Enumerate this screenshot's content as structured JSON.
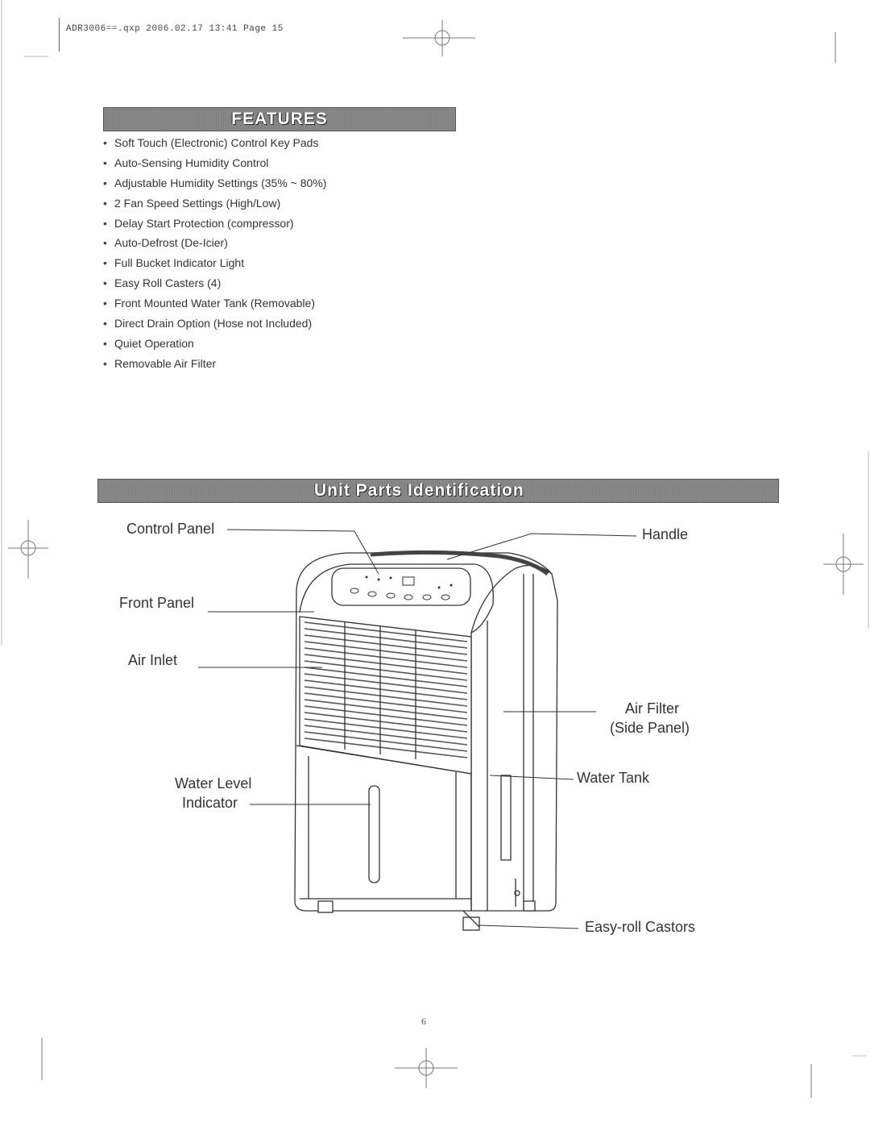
{
  "slug": "ADR3006==.qxp  2006.02.17  13:41  Page 15",
  "features": {
    "title": "FEATURES",
    "items": [
      "Soft Touch (Electronic) Control Key Pads",
      "Auto-Sensing Humidity Control",
      "Adjustable Humidity Settings (35% ~ 80%)",
      "2 Fan Speed Settings (High/Low)",
      "Delay Start Protection (compressor)",
      "Auto-Defrost (De-Icier)",
      "Full Bucket Indicator Light",
      "Easy Roll Casters (4)",
      "Front Mounted Water Tank (Removable)",
      "Direct Drain Option (Hose not Included)",
      "Quiet Operation",
      "Removable Air Filter"
    ]
  },
  "parts": {
    "title": "Unit Parts Identification",
    "labels": {
      "control_panel": "Control Panel",
      "handle": "Handle",
      "front_panel": "Front Panel",
      "air_inlet": "Air Inlet",
      "air_filter_1": "Air Filter",
      "air_filter_2": "(Side Panel)",
      "water_level_1": "Water Level",
      "water_level_2": "Indicator",
      "water_tank": "Water Tank",
      "castors": "Easy-roll Castors"
    }
  },
  "page_number": "6"
}
